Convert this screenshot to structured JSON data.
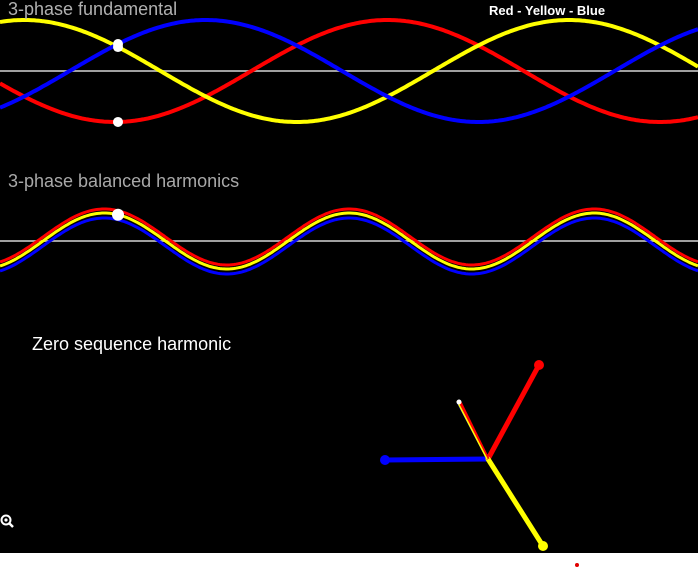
{
  "titles": {
    "fundamental": "3-phase fundamental",
    "legend": "Red - Yellow - Blue",
    "balanced": "3-phase balanced harmonics",
    "zero_sequence": "Zero sequence harmonic"
  },
  "colors": {
    "background": "#000000",
    "red_phase": "#ff0000",
    "yellow_phase": "#ffff00",
    "blue_phase": "#0000ff",
    "axis": "#a0a0a0"
  },
  "icons": {
    "corner": "lens-icon"
  }
}
